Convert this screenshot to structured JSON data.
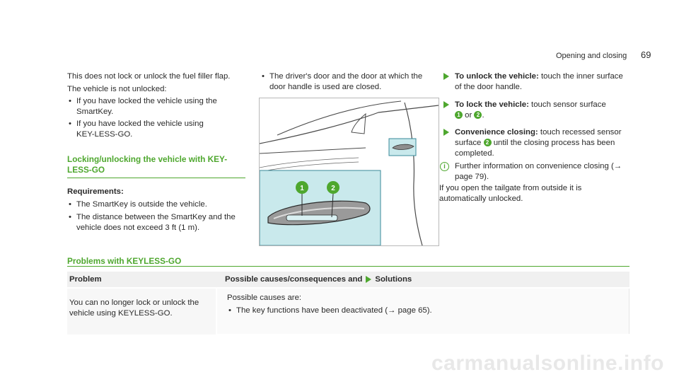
{
  "header": {
    "section": "Opening and closing",
    "page": "69"
  },
  "col1": {
    "p1": "This does not lock or unlock the fuel filler flap.",
    "p2": "The vehicle is not unlocked:",
    "bullets": [
      "If you have locked the vehicle using the SmartKey.",
      "If you have locked the vehicle using KEY-LESS-GO."
    ],
    "heading_line1": "Locking/unlocking the vehicle with KEY-",
    "heading_line2": "LESS-GO",
    "req_label": "Requirements:",
    "req_bullets": [
      "The SmartKey is outside the vehicle.",
      "The distance between the SmartKey and the vehicle does not exceed 3 ft (1 m)."
    ]
  },
  "col2": {
    "bullet": "The driver's door and the door at which the door handle is used are closed."
  },
  "figure": {
    "callouts": [
      "1",
      "2"
    ]
  },
  "col3": {
    "step1_bold": "To unlock the vehicle:",
    "step1_text": " touch the inner surface of the door handle.",
    "step2_bold": "To lock the vehicle:",
    "step2_text": " touch sensor surface",
    "step2_num1": "1",
    "step2_or": "or",
    "step2_num2": "2",
    "step2_end": ".",
    "step3_bold": "Convenience closing:",
    "step3_text_a": " touch recessed sensor surface ",
    "step3_num": "2",
    "step3_text_b": " until the closing process has been completed.",
    "info_text": "Further information on convenience closing (→ page 79).",
    "closing": "If you open the tailgate from outside it is automatically unlocked."
  },
  "problems": {
    "heading": "Problems with KEYLESS-GO",
    "col_problem": "Problem",
    "col_solutions_a": "Possible causes/consequences and",
    "col_solutions_b": "Solutions",
    "row_problem": "You can no longer lock or unlock the vehicle using KEYLESS-GO.",
    "row_causes_label": "Possible causes are:",
    "row_cause_1": "The key functions have been deactivated (→ page 65)."
  },
  "watermark": "carmanualsonline.info",
  "colors": {
    "accent": "#4ea72e",
    "figure_highlight": "#c9e9ec"
  }
}
